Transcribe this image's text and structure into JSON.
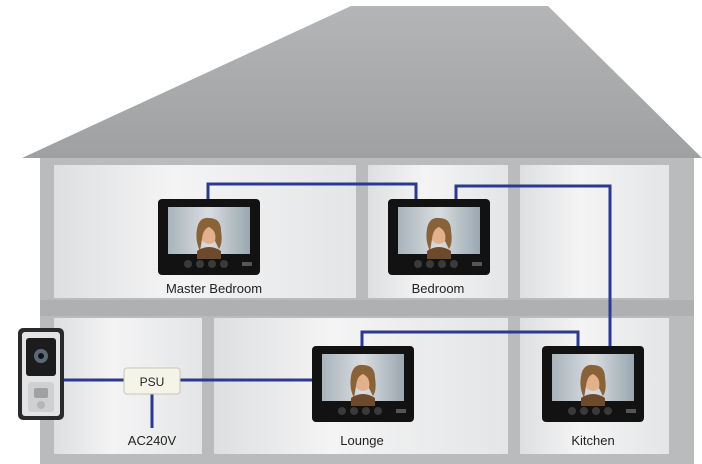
{
  "rooms": {
    "master_bedroom": "Master Bedroom",
    "bedroom": "Bedroom",
    "lounge": "Lounge",
    "kitchen": "Kitchen"
  },
  "psu": {
    "label": "PSU"
  },
  "power": {
    "label": "AC240V"
  },
  "colors": {
    "roof": "#a7a9ab",
    "wall": "#b9bbbd",
    "room_bg": "#e9eaeb",
    "wire": "#2b3990",
    "monitor": "#121212"
  },
  "icons": {
    "monitor": "video-monitor-icon",
    "door_station": "door-station-icon",
    "psu": "power-supply-icon"
  }
}
